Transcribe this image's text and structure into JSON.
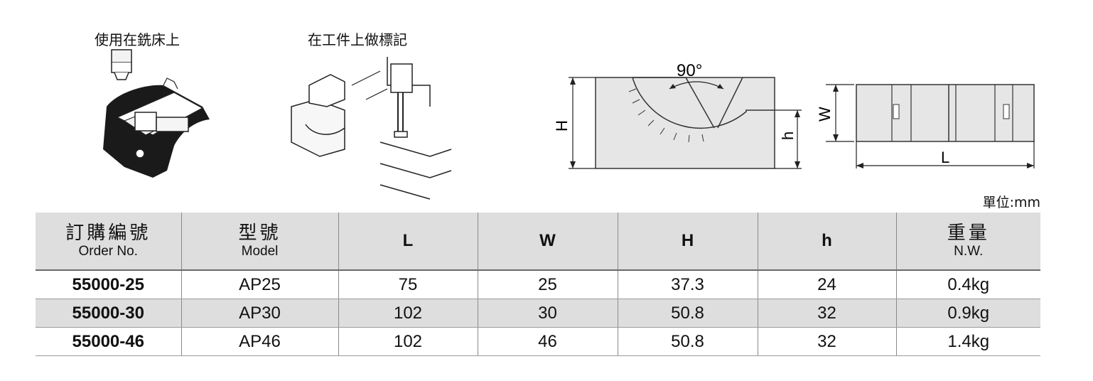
{
  "captions": {
    "milling": "使用在銑床上",
    "marking": "在工件上做標記"
  },
  "diagram": {
    "angle": "90°",
    "dim_H": "H",
    "dim_h": "h",
    "dim_W": "W",
    "dim_L": "L"
  },
  "unit_label": "單位:mm",
  "table": {
    "headers": [
      {
        "zh": "訂購編號",
        "en": "Order No."
      },
      {
        "zh": "型號",
        "en": "Model"
      },
      {
        "en": "L"
      },
      {
        "en": "W"
      },
      {
        "en": "H"
      },
      {
        "en": "h"
      },
      {
        "zh": "重量",
        "en": "N.W."
      }
    ],
    "rows": [
      [
        "55000-25",
        "AP25",
        "75",
        "25",
        "37.3",
        "24",
        "0.4kg"
      ],
      [
        "55000-30",
        "AP30",
        "102",
        "30",
        "50.8",
        "32",
        "0.9kg"
      ],
      [
        "55000-46",
        "AP46",
        "102",
        "46",
        "50.8",
        "32",
        "1.4kg"
      ]
    ]
  }
}
